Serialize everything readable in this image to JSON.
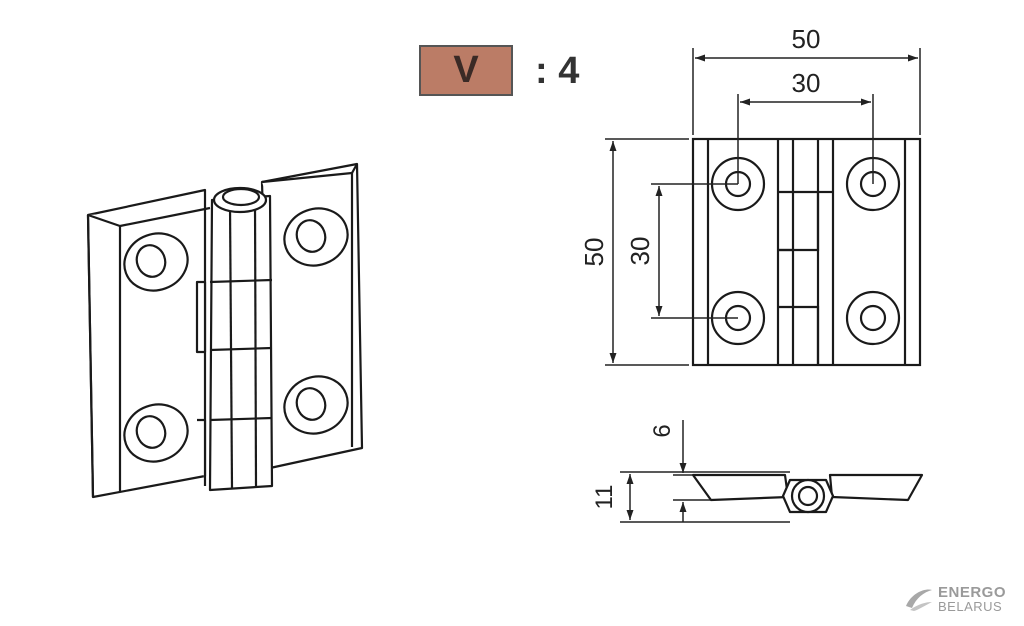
{
  "scale_badge": {
    "letter": "V",
    "ratio": ": 4",
    "color": "#bb7c66"
  },
  "dimensions": {
    "front_width": "50",
    "hole_spacing_horizontal": "30",
    "front_height": "50",
    "hole_spacing_vertical": "30",
    "leaf_thickness": "6",
    "pin_diameter": "11"
  },
  "logo": {
    "line1": "ENERGO",
    "line2": "BELARUS"
  }
}
